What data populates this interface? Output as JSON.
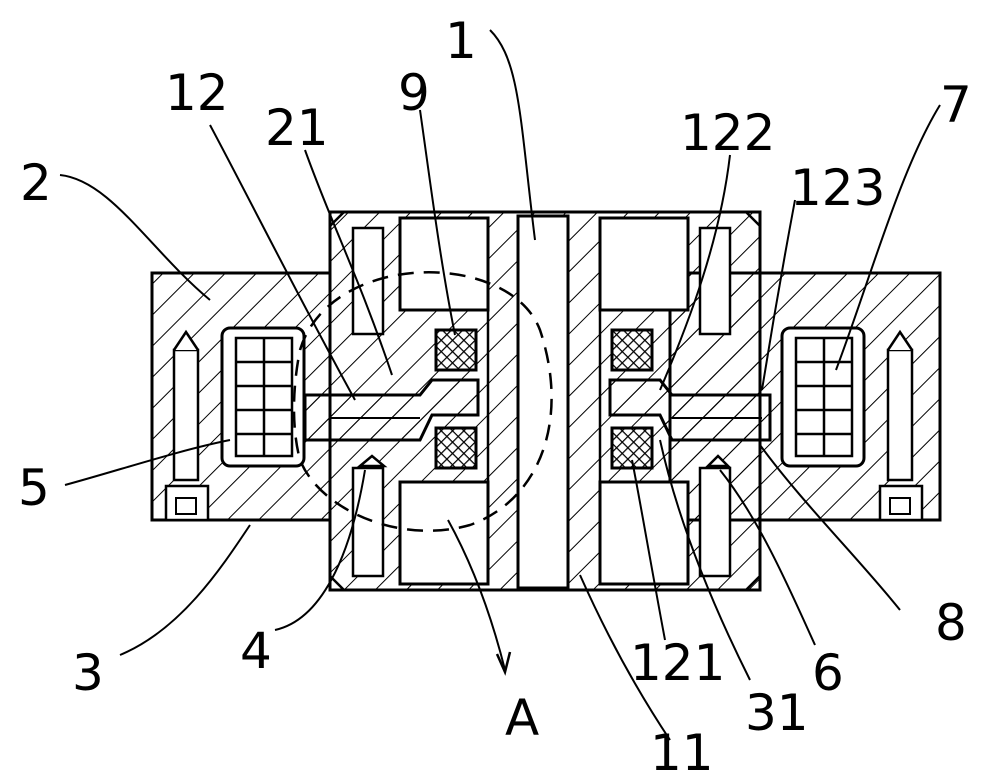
{
  "figure": {
    "labels": {
      "l1": "1",
      "l2": "2",
      "l3": "3",
      "l4": "4",
      "l5": "5",
      "l6": "6",
      "l7": "7",
      "l8": "8",
      "l9": "9",
      "l11": "11",
      "l12": "12",
      "l21": "21",
      "l31": "31",
      "l121": "121",
      "l122": "122",
      "l123": "123",
      "lA": "A"
    }
  }
}
